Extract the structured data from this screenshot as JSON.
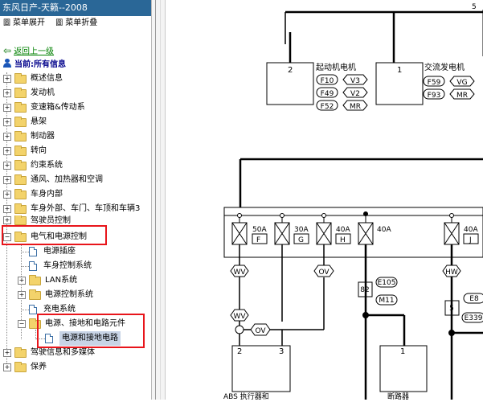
{
  "window": {
    "title": "东风日产-天籁--2008"
  },
  "menu": {
    "expand": "菜单展开",
    "collapse": "菜单折叠",
    "bullet": "圖"
  },
  "nav": {
    "back": "返回上一级",
    "current": "当前:所有信息"
  },
  "tree": {
    "items": [
      {
        "label": "概述信息"
      },
      {
        "label": "发动机"
      },
      {
        "label": "变速箱&传动系"
      },
      {
        "label": "悬架"
      },
      {
        "label": "制动器"
      },
      {
        "label": "转向"
      },
      {
        "label": "约束系统"
      },
      {
        "label": "通风、加热器和空调"
      },
      {
        "label": "车身内部"
      },
      {
        "label": "车身外部、车门、车顶和车辆3"
      },
      {
        "label": "驾驶员控制"
      },
      {
        "label": "电气和电源控制"
      },
      {
        "label": "电源插座"
      },
      {
        "label": "车身控制系统"
      },
      {
        "label": "LAN系统"
      },
      {
        "label": "电源控制系统"
      },
      {
        "label": "充电系统"
      },
      {
        "label": "电源、接地和电路元件"
      },
      {
        "label": "电源和接地电路"
      },
      {
        "label": "驾驶信息和多媒体"
      },
      {
        "label": "保养"
      }
    ]
  },
  "diagram": {
    "top_connector": "5",
    "starter": {
      "label": "起动机电机",
      "pin": "2",
      "tags": [
        [
          "F10",
          "V3"
        ],
        [
          "F49",
          "V2"
        ],
        [
          "F52",
          "MR"
        ]
      ]
    },
    "alternator": {
      "label": "交流发电机",
      "pin": "1",
      "tags": [
        [
          "F59",
          "VG"
        ],
        [
          "F93",
          "MR"
        ]
      ]
    },
    "fuses": [
      {
        "amp": "50A",
        "letter": "F"
      },
      {
        "amp": "30A",
        "letter": "G"
      },
      {
        "amp": "40A",
        "letter": "H"
      },
      {
        "amp": "40A",
        "letter": ""
      },
      {
        "amp": "40A",
        "letter": "J"
      }
    ],
    "wire_tags": [
      "WV",
      "OV",
      "HW",
      "WV",
      "OV"
    ],
    "connectors": [
      {
        "pin": "82",
        "codes": [
          "E105",
          "M11"
        ]
      },
      {
        "pin": "5",
        "codes": [
          "E8",
          "E339"
        ]
      }
    ],
    "abs": {
      "label": "ABS 执行器和",
      "pins": [
        "2",
        "3"
      ]
    },
    "breaker": {
      "label": "断路器",
      "pin": "1"
    }
  }
}
